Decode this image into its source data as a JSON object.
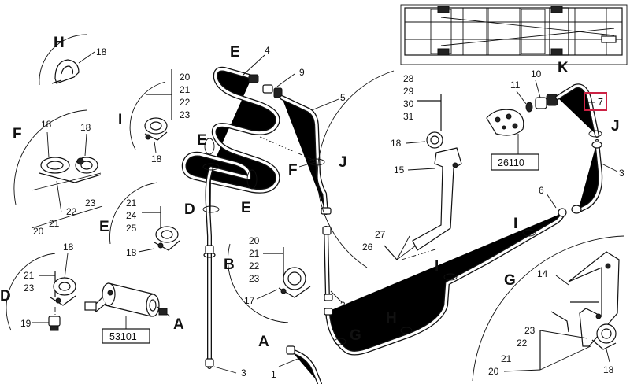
{
  "letters": {
    "H_top": "H",
    "F_left": "F",
    "I_left": "I",
    "E_left": "E",
    "D_left": "D",
    "A_part": "A",
    "E_pipe_top": "E",
    "E_pipe_mid": "E",
    "D_pipe": "D",
    "E_pipe_low": "E",
    "F_pipe": "F",
    "B_pipe": "B",
    "A_pipe": "A",
    "J_mid": "J",
    "G_low": "G",
    "H_low": "H",
    "I_low": "I",
    "I_right": "I",
    "K_top": "K",
    "J_right": "J",
    "G_right": "G"
  },
  "numbers": {
    "n18_h": "18",
    "n18_fl": "18",
    "n18_fr": "18",
    "n20_f": "20",
    "n21_f": "21",
    "n22_f": "22",
    "n23_f": "23",
    "n20_i": "20",
    "n21_i": "21",
    "n22_i": "22",
    "n23_i": "23",
    "n18_i": "18",
    "n21_e": "21",
    "n24_e": "24",
    "n25_e": "25",
    "n18_e": "18",
    "n18_d": "18",
    "n21_d": "21",
    "n23_d": "23",
    "n19_d": "19",
    "n20_b": "20",
    "n21_b": "21",
    "n22_b": "22",
    "n23_b": "23",
    "n17_b": "17",
    "n4": "4",
    "n9": "9",
    "n5": "5",
    "n3_b": "3",
    "n3_a": "3",
    "n1": "1",
    "n28": "28",
    "n29": "29",
    "n30": "30",
    "n31": "31",
    "n18_j": "18",
    "n15": "15",
    "n27": "27",
    "n26": "26",
    "n11": "11",
    "n10": "10",
    "n7": "7",
    "n3_r": "3",
    "n6": "6",
    "n14": "14",
    "n23_g": "23",
    "n22_g": "22",
    "n21_g": "21",
    "n20_g": "20",
    "n18_g": "18"
  },
  "boxes": {
    "box_53101": "53101",
    "box_26110": "26110",
    "box_7": "7"
  },
  "colors": {
    "line": "#111111",
    "highlight_box": "#cc2244",
    "background": "#ffffff"
  }
}
